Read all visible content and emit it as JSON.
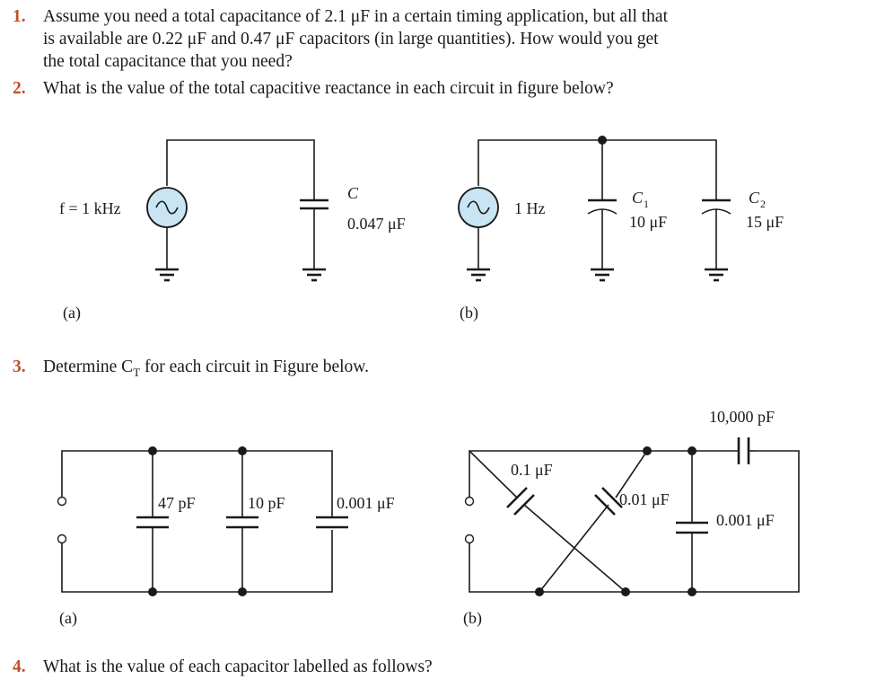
{
  "questions": [
    {
      "number": "1.",
      "lines": [
        "Assume you need a total capacitance of 2.1 μF in a certain timing application, but all that",
        "is available are 0.22 μF and 0.47 μF capacitors (in large quantities). How would you get",
        "the total capacitance that you need?"
      ]
    },
    {
      "number": "2.",
      "lines": [
        "What is the value of the total capacitive reactance in each circuit in figure below?"
      ]
    },
    {
      "number": "3.",
      "lines": [
        "Determine C",
        "T",
        " for each circuit in Figure below."
      ]
    },
    {
      "number": "4.",
      "lines": [
        "What is the value of each capacitor labelled as follows?"
      ]
    }
  ],
  "figure1": {
    "a": {
      "source_label": "f = 1 kHz",
      "cap_name": "C",
      "cap_value": "0.047 μF",
      "caption": "(a)"
    },
    "b": {
      "source_label": "1 Hz",
      "c1_name": "C",
      "c1_sub": "1",
      "c1_value": "10 μF",
      "c2_name": "C",
      "c2_sub": "2",
      "c2_value": "15 μF",
      "caption": "(b)"
    }
  },
  "figure2": {
    "a": {
      "c1": "47 pF",
      "c2": "10 pF",
      "c3": "0.001 μF",
      "caption": "(a)"
    },
    "b": {
      "c1": "0.1 μF",
      "c2": "0.01 μF",
      "c3": "10,000 pF",
      "c4": "0.001 μF",
      "caption": "(b)"
    }
  }
}
